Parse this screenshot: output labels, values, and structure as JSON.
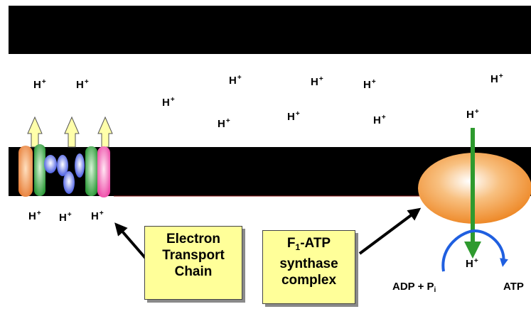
{
  "proton_label": "H",
  "proton_charge": "+",
  "etc_box": {
    "line1": "Electron",
    "line2": "Transport",
    "line3": "Chain"
  },
  "atp_box": {
    "prefix": "F",
    "subscript": "1",
    "line1_rest": "-ATP",
    "line2": "synthase",
    "line3": "complex"
  },
  "reaction": {
    "left": "ADP + P",
    "left_subscript": "i",
    "right": "ATP"
  },
  "colors": {
    "membrane": "#000000",
    "atp_synthase": "#f4a040",
    "proton_channel": "#2e9a2e",
    "pump_arrow": "#ffffaa",
    "reaction_arrow": "#1f5fe0",
    "label_box": "#ffff99"
  }
}
